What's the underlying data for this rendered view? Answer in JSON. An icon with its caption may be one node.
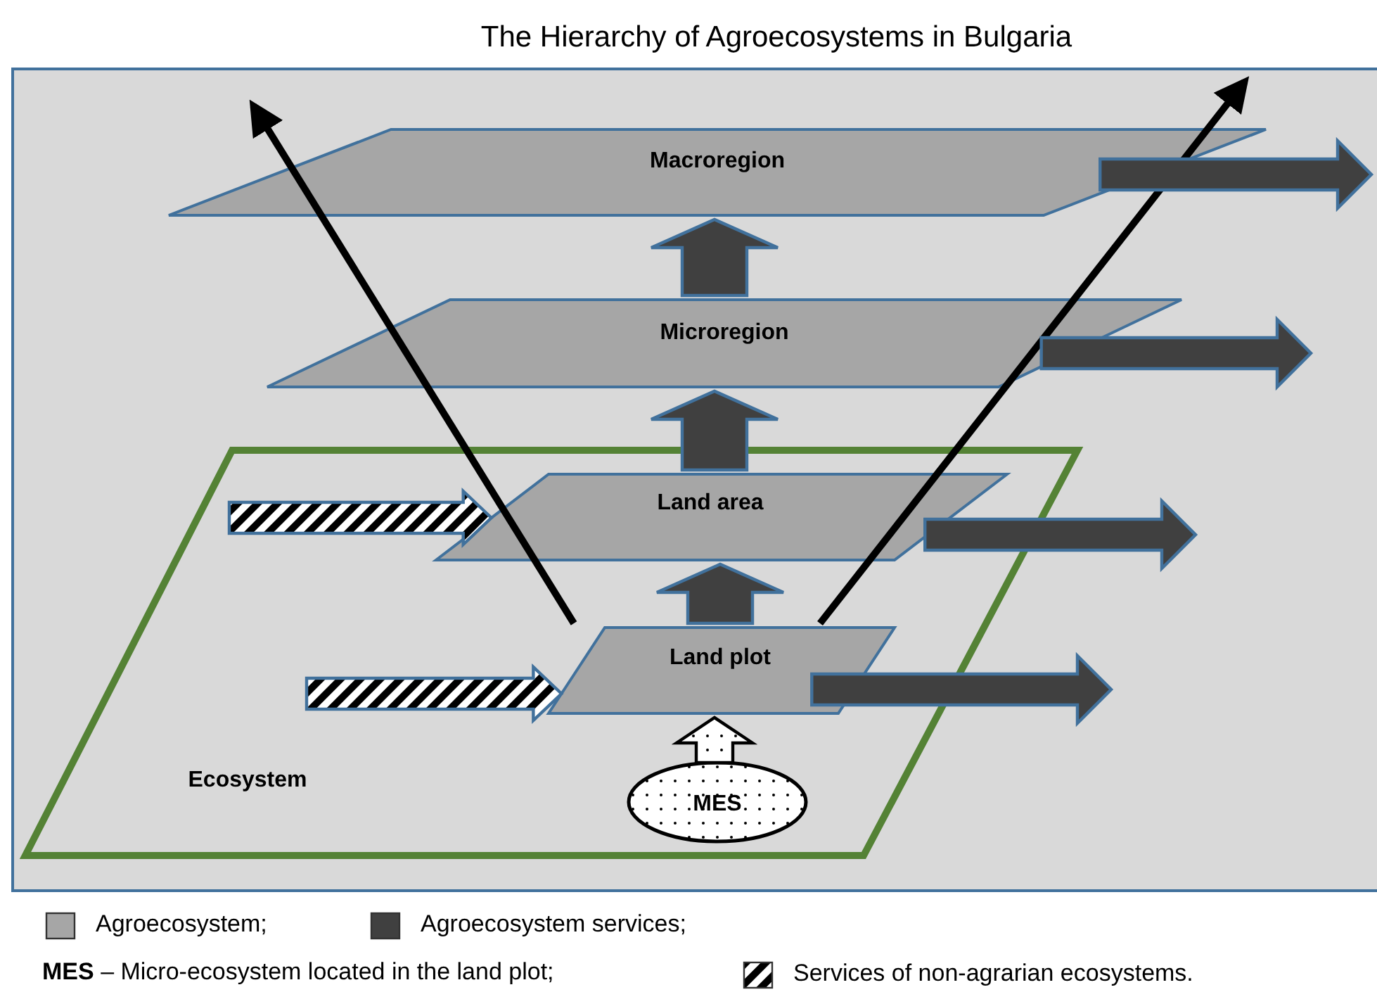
{
  "diagram": {
    "title": "The Hierarchy of Agroecosystems in Bulgaria",
    "nodes": [
      {
        "text": [
          "Ecosystem"
        ]
      },
      {
        "text": [
          "Macroregion"
        ]
      },
      {
        "text": [
          "Microregion"
        ]
      },
      {
        "text": [
          "Land area"
        ],
        "in": 0
      },
      {
        "text": [
          "Land plot"
        ],
        "in": 0
      },
      {
        "text": [
          "MES"
        ],
        "in": 0
      }
    ],
    "edges": [
      {
        "from": 4,
        "to": 3,
        "arrow": "to",
        "color": "#404040"
      },
      {
        "from": 3,
        "to": 2,
        "arrow": "to",
        "color": "#404040"
      },
      {
        "from": 2,
        "to": 1,
        "arrow": "to",
        "color": "#404040"
      },
      {
        "from": 5,
        "to": 4,
        "arrow": "to"
      },
      {
        "from": null,
        "to": 3,
        "arrow": "to"
      },
      {
        "from": null,
        "to": 4,
        "arrow": "to"
      },
      {
        "from": 1,
        "to": null,
        "arrow": "to",
        "color": "#404040"
      },
      {
        "from": 2,
        "to": null,
        "arrow": "to",
        "color": "#404040"
      },
      {
        "from": 3,
        "to": null,
        "arrow": "to",
        "color": "#404040"
      },
      {
        "from": 4,
        "to": null,
        "arrow": "to",
        "color": "#404040"
      }
    ],
    "labels": [
      "**MES** – Micro-ecosystem located in the land plot;"
    ],
    "legend": [
      {
        "text": "Agroecosystem;",
        "color": "#a6a6a6"
      },
      {
        "text": "Agroecosystem services;",
        "color": "#404040"
      },
      {
        "text": "Services of non-agrarian ecosystems."
      }
    ]
  }
}
